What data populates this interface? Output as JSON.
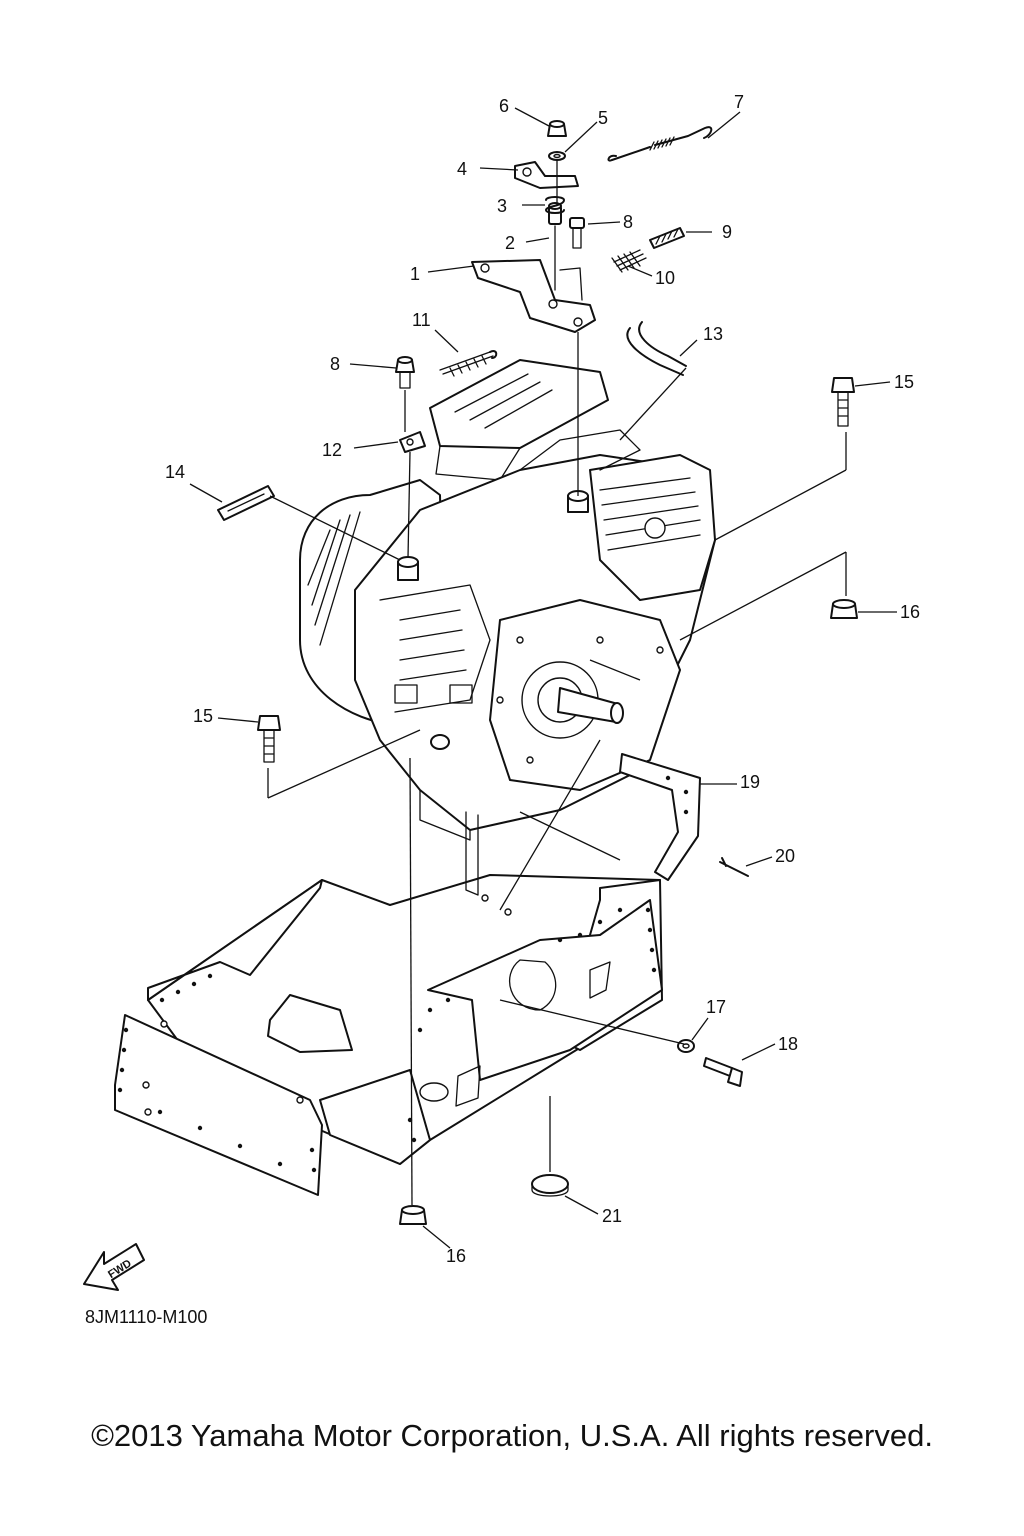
{
  "callouts": [
    {
      "id": "c1",
      "text": "1"
    },
    {
      "id": "c2",
      "text": "2"
    },
    {
      "id": "c3",
      "text": "3"
    },
    {
      "id": "c4",
      "text": "4"
    },
    {
      "id": "c5",
      "text": "5"
    },
    {
      "id": "c6",
      "text": "6"
    },
    {
      "id": "c7",
      "text": "7"
    },
    {
      "id": "c8a",
      "text": "8"
    },
    {
      "id": "c8b",
      "text": "8"
    },
    {
      "id": "c9",
      "text": "9"
    },
    {
      "id": "c10",
      "text": "10"
    },
    {
      "id": "c11",
      "text": "11"
    },
    {
      "id": "c12",
      "text": "12"
    },
    {
      "id": "c13",
      "text": "13"
    },
    {
      "id": "c14",
      "text": "14"
    },
    {
      "id": "c15a",
      "text": "15"
    },
    {
      "id": "c15b",
      "text": "15"
    },
    {
      "id": "c16a",
      "text": "16"
    },
    {
      "id": "c16b",
      "text": "16"
    },
    {
      "id": "c17",
      "text": "17"
    },
    {
      "id": "c18",
      "text": "18"
    },
    {
      "id": "c19",
      "text": "19"
    },
    {
      "id": "c20",
      "text": "20"
    },
    {
      "id": "c21",
      "text": "21"
    }
  ],
  "fwd_label": "FWD",
  "diagram_code": "8JM1110-M100",
  "copyright": "©2013 Yamaha Motor Corporation, U.S.A. All rights reserved."
}
